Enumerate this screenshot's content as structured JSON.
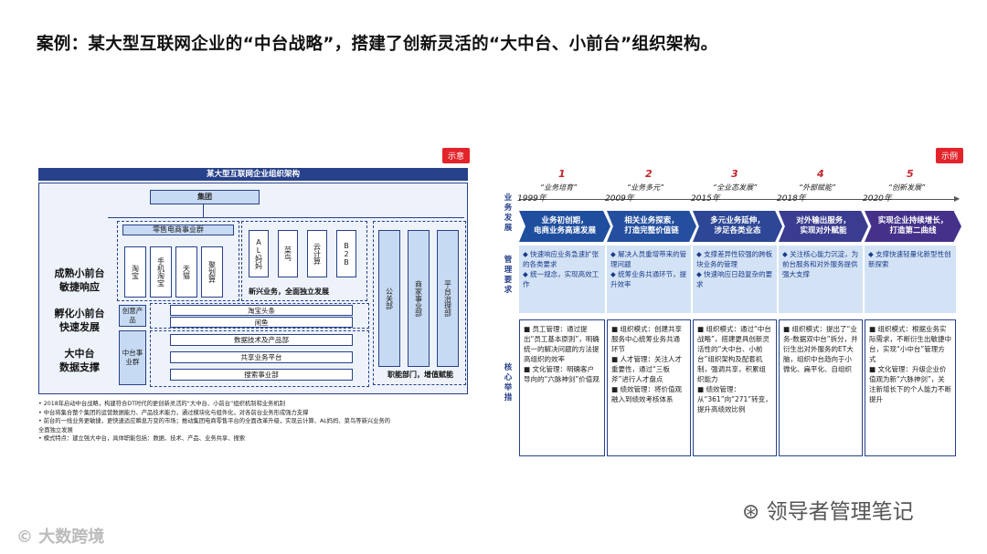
{
  "title": "案例：某大型互联网企业的“中台战略”，搭建了创新灵活的“大中台、小前台”组织架构。",
  "left": {
    "tag": "示意",
    "header": "某大型互联网企业组织架构",
    "group": "集团",
    "labels": [
      "成熟小前台\n敏捷响应",
      "孵化小前台\n快速发展",
      "大中台\n数据支撑"
    ],
    "retail_group": "零售电商事业群",
    "retail_units": [
      "淘宝",
      "手机淘宝",
      "天猫",
      "聚划算"
    ],
    "new_biz": [
      "AL妈妈",
      "菜鸟",
      "云计算",
      "B2B"
    ],
    "new_biz_caption": "新兴业务，全面独立发展",
    "functions": [
      "公关部",
      "商家事业部",
      "平台治理部"
    ],
    "functions_caption": "职能部门，增值赋能",
    "creative": "创意产品",
    "middle": "中台事业群",
    "incubate": [
      "淘宝头条",
      "闲鱼"
    ],
    "platform": [
      "数据技术及产品部",
      "共享业务平台",
      "搜索事业部"
    ],
    "notes": [
      "• 2018年启动中台战略，构建符合DT时代的更创新灵活的“大中台、小前台”组织机制和业务机制",
      "• 中台将集合整个集团的运营数据能力、产品技术能力，通过模块化与组件化，对各前台业务形成强力支撑",
      "• 前台的一线业务更敏捷，更快速适应瞬息万变的市场；推动集团电商零售平台的全面改革升级，实现云计算、AL妈妈、菜鸟等新兴业务的",
      "   全面独立发展",
      "• 模式特点：建立强大中台，具体职能包括：数据、技术、产品、业务共享、搜索"
    ]
  },
  "right": {
    "tag": "示例",
    "row_labels": [
      "业务发展",
      "管理要求",
      "核心举措"
    ],
    "years": [
      "1999年",
      "2009年",
      "2015年",
      "2018年",
      "2020年"
    ],
    "steps": [
      {
        "num": "1",
        "label": "“业务培育”"
      },
      {
        "num": "2",
        "label": "“业务多元”"
      },
      {
        "num": "3",
        "label": "“全业态发展”"
      },
      {
        "num": "4",
        "label": "“外部赋能”"
      },
      {
        "num": "5",
        "label": "“创新发展”"
      }
    ],
    "phases": [
      "业务初创期，\n电商业务高速发展",
      "相关业务探索，\n打造完整价值链",
      "多元业务延伸，\n涉足各类业态",
      "对外输出服务，\n实现对外赋能",
      "实现企业持续增长，\n打造第二曲线"
    ],
    "phase_colors": [
      "#1f4e9e",
      "#244f9e",
      "#2d4796",
      "#3a3c8f",
      "#45318a"
    ],
    "requirements": [
      "◆ 快速响应业务急速扩张的各类要求\n◆ 统一规念，实现高效工作",
      "◆ 解决人员重增带来的管理问题\n◆ 统筹业务共通环节，提升效率",
      "◆ 支撑差异性较强的跨板块业务的管理\n◆ 快速响应日趋复杂的要求",
      "◆ 关注核心能力沉淀，为前台服务和对外服务提供强大支撑",
      "◆ 支撑快速轻量化新型性创新探索"
    ],
    "measures": [
      "■ 员工管理：通过提出“员工基本原则”，明确统一的解决问题的方法提高组织的效率\n■ 文化管理：明确客户导向的“六脉神剑”价值观",
      "■ 组织模式：创建共享服务中心统筹业务共通环节\n■ 人才管理：关注人才重要性，通过“三板斧”进行人才盘点\n■ 绩效管理：将价值观融入到绩效考核体系",
      "■ 组织模式：通过“中台战略”，搭建更具创新灵活性的“大中台、小前台”组织架构及配套机制，强调共享，积累组织能力\n■ 绩效管理：从“361”向“271”转变，提升高绩效比例",
      "■ 组织模式：提出了“业务-数据双中台”拆分，并衍生出对外服务的ET大脑，组织中台趋向于小微化、扁平化、自组织",
      "■ 组织模式：根据业务实际需求，不断衍生出敏捷中台，实现“小中台”管理方式\n■ 文化管理：升级企业价值观为新“六脉神剑”，关注新增长下的个人能力不断提升"
    ]
  },
  "watermarks": [
    "领导者管理笔记",
    "大数跨境"
  ]
}
